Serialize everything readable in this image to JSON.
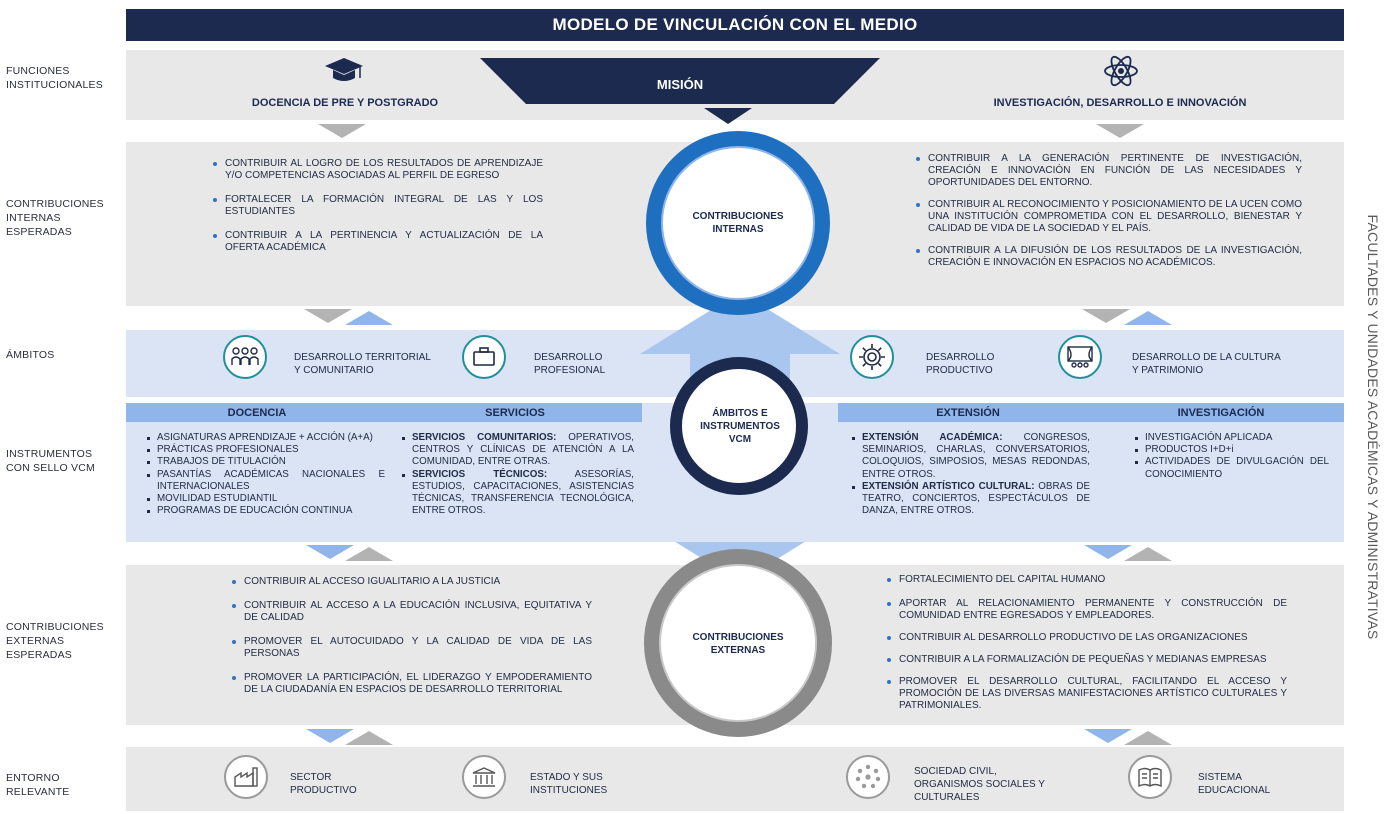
{
  "title": "MODELO DE VINCULACIÓN CON EL MEDIO",
  "side_label": "FACULTADES Y UNIDADES ACADÉMICAS Y ADMINISTRATIVAS",
  "row_labels": {
    "funciones": "FUNCIONES\nINSTITUCIONALES",
    "internas": "CONTRIBUCIONES\nINTERNAS\nESPERADAS",
    "ambitos": "ÁMBITOS",
    "instrumentos": "INSTRUMENTOS\nCON SELLO VCM",
    "externas": "CONTRIBUCIONES\nEXTERNAS\nESPERADAS",
    "entorno": "ENTORNO\nRELEVANTE"
  },
  "funciones": {
    "mision": "MISIÓN",
    "docencia": "DOCENCIA DE PRE Y POSTGRADO",
    "investigacion": "INVESTIGACIÓN, DESARROLLO E INNOVACIÓN"
  },
  "circles": {
    "internas": "CONTRIBUCIONES\nINTERNAS",
    "ambitos": "ÁMBITOS E\nINSTRUMENTOS\nVCM",
    "externas": "CONTRIBUCIONES\nEXTERNAS"
  },
  "internas_left": [
    "CONTRIBUIR AL LOGRO DE LOS RESULTADOS DE APRENDIZAJE Y/O COMPETENCIAS ASOCIADAS AL PERFIL DE EGRESO",
    "FORTALECER LA FORMACIÓN INTEGRAL DE LAS Y LOS ESTUDIANTES",
    "CONTRIBUIR A LA PERTINENCIA Y ACTUALIZACIÓN DE LA OFERTA ACADÉMICA"
  ],
  "internas_right": [
    "CONTRIBUIR A LA GENERACIÓN PERTINENTE DE INVESTIGACIÓN, CREACIÓN E INNOVACIÓN EN FUNCIÓN DE LAS NECESIDADES Y OPORTUNIDADES DEL ENTORNO.",
    "CONTRIBUIR AL RECONOCIMIENTO Y POSICIONAMIENTO DE LA UCEN COMO UNA INSTITUCIÓN COMPROMETIDA CON EL DESARROLLO, BIENESTAR Y CALIDAD DE VIDA DE LA SOCIEDAD Y EL PAÍS.",
    "CONTRIBUIR A LA DIFUSIÓN DE LOS RESULTADOS DE LA INVESTIGACIÓN, CREACIÓN E INNOVACIÓN EN ESPACIOS NO ACADÉMICOS."
  ],
  "ambitos": [
    {
      "label": "DESARROLLO TERRITORIAL\nY COMUNITARIO",
      "icon": "people-group-icon"
    },
    {
      "label": "DESARROLLO\nPROFESIONAL",
      "icon": "briefcase-icon"
    },
    {
      "label": "DESARROLLO\nPRODUCTIVO",
      "icon": "gear-icon"
    },
    {
      "label": "DESARROLLO DE LA CULTURA\nY PATRIMONIO",
      "icon": "theater-icon"
    }
  ],
  "instrumentos": {
    "docencia": {
      "head": "DOCENCIA",
      "items": [
        "ASIGNATURAS APRENDIZAJE + ACCIÓN (A+A)",
        "PRÁCTICAS PROFESIONALES",
        "TRABAJOS DE TITULACIÓN",
        "PASANTÍAS ACADÉMICAS NACIONALES E INTERNACIONALES",
        "MOVILIDAD ESTUDIANTIL",
        "PROGRAMAS DE EDUCACIÓN CONTINUA"
      ]
    },
    "servicios": {
      "head": "SERVICIOS",
      "items": [
        {
          "bold": "SERVICIOS COMUNITARIOS:",
          "text": " OPERATIVOS, CENTROS Y CLÍNICAS DE ATENCIÓN A LA COMUNIDAD, ENTRE OTRAS."
        },
        {
          "bold": "SERVICIOS TÉCNICOS:",
          "text": " ASESORÍAS, ESTUDIOS, CAPACITACIONES, ASISTENCIAS TÉCNICAS, TRANSFERENCIA TECNOLÓGICA, ENTRE OTROS."
        }
      ]
    },
    "extension": {
      "head": "EXTENSIÓN",
      "items": [
        {
          "bold": "EXTENSIÓN ACADÉMICA:",
          "text": " CONGRESOS, SEMINARIOS, CHARLAS, CONVERSATORIOS, COLOQUIOS, SIMPOSIOS, MESAS REDONDAS, ENTRE OTROS."
        },
        {
          "bold": "EXTENSIÓN ARTÍSTICO CULTURAL:",
          "text": " OBRAS DE TEATRO, CONCIERTOS, ESPECTÁCULOS DE DANZA, ENTRE OTROS."
        }
      ]
    },
    "investigacion": {
      "head": "INVESTIGACIÓN",
      "items": [
        "INVESTIGACIÓN APLICADA",
        "PRODUCTOS I+D+i",
        "ACTIVIDADES DE DIVULGACIÓN DEL CONOCIMIENTO"
      ]
    }
  },
  "externas_left": [
    "CONTRIBUIR AL ACCESO IGUALITARIO A LA JUSTICIA",
    "CONTRIBUIR AL ACCESO A LA EDUCACIÓN INCLUSIVA, EQUITATIVA Y DE CALIDAD",
    "PROMOVER EL AUTOCUIDADO Y LA CALIDAD DE VIDA DE LAS PERSONAS",
    "PROMOVER LA PARTICIPACIÓN, EL LIDERAZGO Y EMPODERAMIENTO DE LA CIUDADANÍA EN ESPACIOS DE DESARROLLO TERRITORIAL"
  ],
  "externas_right": [
    "FORTALECIMIENTO DEL CAPITAL HUMANO",
    "APORTAR AL RELACIONAMIENTO PERMANENTE Y CONSTRUCCIÓN DE COMUNIDAD ENTRE EGRESADOS Y EMPLEADORES.",
    "CONTRIBUIR AL DESARROLLO PRODUCTIVO DE LAS ORGANIZACIONES",
    "CONTRIBUIR A LA FORMALIZACIÓN DE PEQUEÑAS Y MEDIANAS EMPRESAS",
    "PROMOVER EL DESARROLLO CULTURAL, FACILITANDO EL ACCESO Y PROMOCIÓN DE LAS DIVERSAS MANIFESTACIONES ARTÍSTICO CULTURALES Y PATRIMONIALES."
  ],
  "entorno": [
    {
      "label": "SECTOR\nPRODUCTIVO",
      "icon": "factory-icon"
    },
    {
      "label": "ESTADO Y SUS\nINSTITUCIONES",
      "icon": "government-building-icon"
    },
    {
      "label": "SOCIEDAD CIVIL,\nORGANISMOS SOCIALES Y\nCULTURALES",
      "icon": "community-dots-icon"
    },
    {
      "label": "SISTEMA\nEDUCACIONAL",
      "icon": "book-icon"
    }
  ],
  "colors": {
    "navy": "#1b2a4e",
    "blue": "#1f6fc0",
    "light_blue": "#8fb5ea",
    "band_gray": "#e8e8e8",
    "band_blue": "#dae4f5",
    "teal": "#1f8f9a"
  }
}
